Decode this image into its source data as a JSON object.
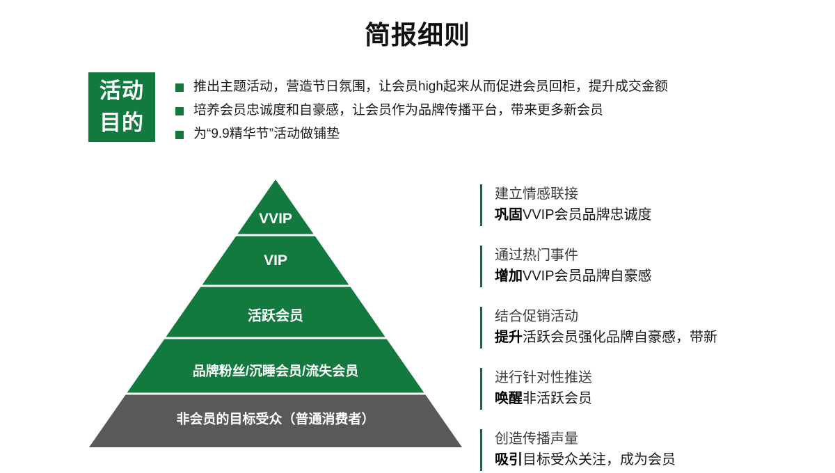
{
  "slide": {
    "title": "简报细则"
  },
  "purpose": {
    "badge_line1": "活动",
    "badge_line2": "目的",
    "bullets": [
      "推出主题活动，营造节日氛围，让会员high起来从而促进会员回柜，提升成交金额",
      "培养会员忠诚度和自豪感，让会员作为品牌传播平台，带来更多新会员",
      "为“9.9精华节”活动做铺垫"
    ]
  },
  "pyramid": {
    "green": "#12793F",
    "gray": "#595959",
    "divider": "#E9EFE9",
    "tiers": [
      {
        "label": "VVIP",
        "color": "#12793F"
      },
      {
        "label": "VIP",
        "color": "#12793F"
      },
      {
        "label": "活跃会员",
        "color": "#12793F"
      },
      {
        "label": "品牌粉丝/沉睡会员/流失会员",
        "color": "#12793F"
      },
      {
        "label": "非会员的目标受众（普通消费者）",
        "color": "#595959"
      }
    ]
  },
  "notes": {
    "accent": "#245E44",
    "blocks": [
      {
        "top": "建立情感联接",
        "bold": "巩固",
        "rest": "VVIP会员品牌忠诚度"
      },
      {
        "top": "通过热门事件",
        "bold": "增加",
        "rest": "VVIP会员品牌自豪感"
      },
      {
        "top": "结合促销活动",
        "bold": "提升",
        "rest": "活跃会员强化品牌自豪感，带新"
      },
      {
        "top": "进行针对性推送",
        "bold": "唤醒",
        "rest": "非活跃会员"
      },
      {
        "top": "创造传播声量",
        "bold": "吸引",
        "rest": "目标受众关注，成为会员"
      }
    ]
  }
}
